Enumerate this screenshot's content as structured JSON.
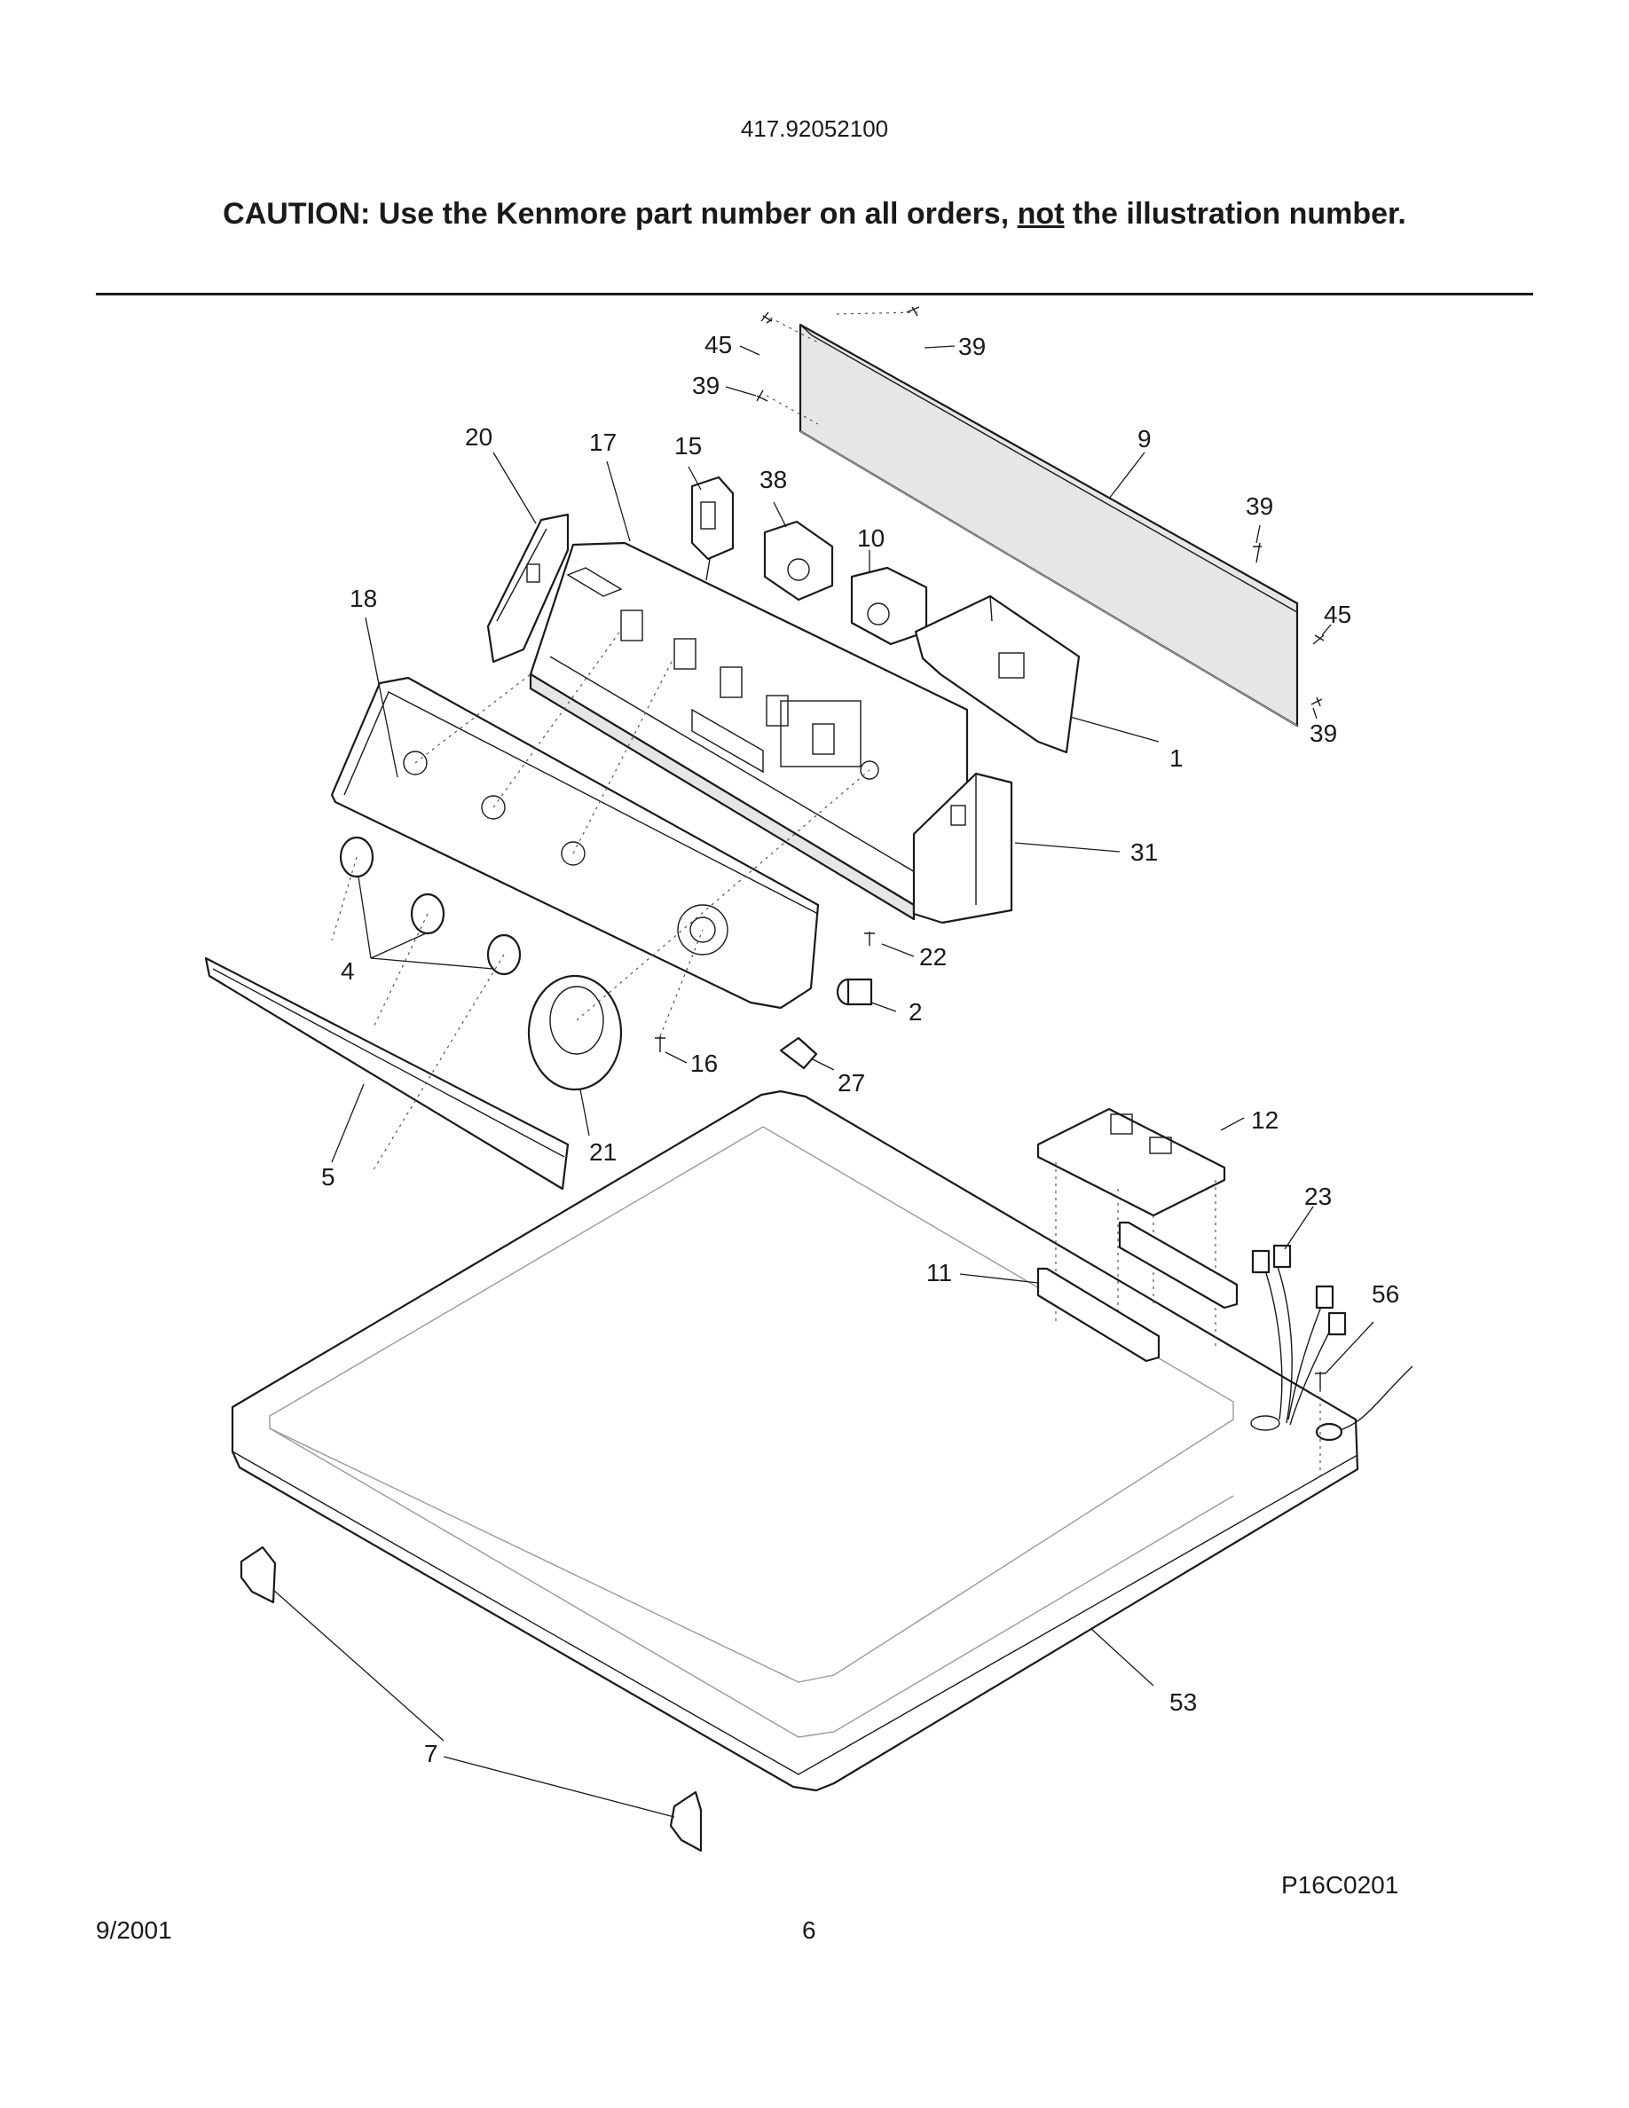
{
  "header": {
    "model_number": "417.92052100",
    "caution_prefix": "CAUTION: Use the Kenmore part number on all orders, ",
    "caution_emphasis": "not",
    "caution_suffix": " the illustration number."
  },
  "diagram": {
    "drawing_code": "P16C0201",
    "callouts": {
      "c45a": "45",
      "c39a": "39",
      "c39b": "39",
      "c39c": "39",
      "c45b": "45",
      "c39d": "39",
      "c20": "20",
      "c17": "17",
      "c15": "15",
      "c38": "38",
      "c10": "10",
      "c9": "9",
      "c18": "18",
      "c1": "1",
      "c31": "31",
      "c4": "4",
      "c22": "22",
      "c2": "2",
      "c16": "16",
      "c27": "27",
      "c21": "21",
      "c5": "5",
      "c12": "12",
      "c23": "23",
      "c11": "11",
      "c56": "56",
      "c53": "53",
      "c7": "7"
    }
  },
  "footer": {
    "date": "9/2001",
    "page_number": "6"
  }
}
